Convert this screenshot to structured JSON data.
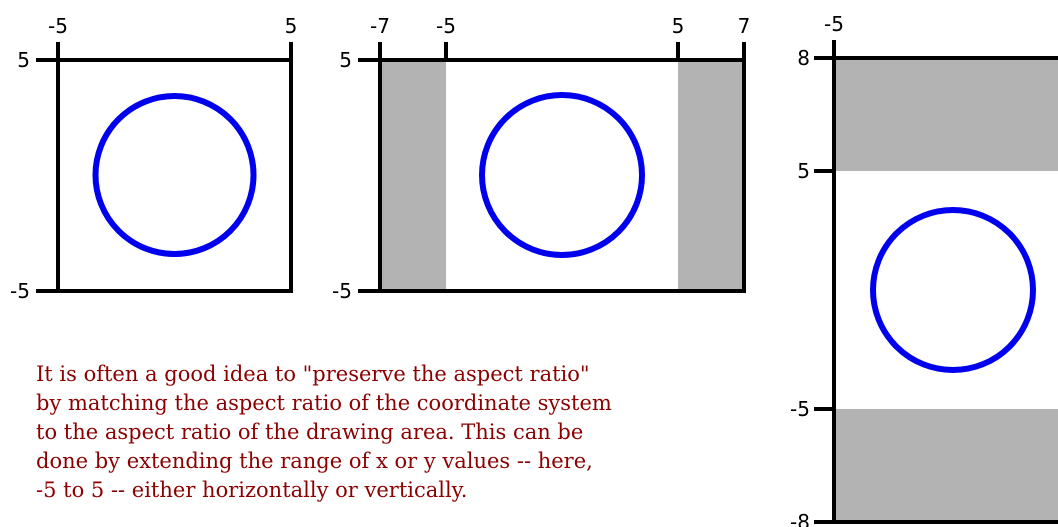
{
  "colors": {
    "frame": "#000000",
    "circle": "#0000ee",
    "shade": "#b3b3b3",
    "caption": "#8b0000",
    "background": "#ffffff"
  },
  "panels": [
    {
      "id": "square",
      "x_ticks": [
        "-5",
        "5"
      ],
      "y_ticks": [
        "5",
        "-5"
      ],
      "x_range": [
        -5,
        5
      ],
      "y_range": [
        -5,
        5
      ],
      "shaded": []
    },
    {
      "id": "wide",
      "x_ticks": [
        "-7",
        "-5",
        "5",
        "7"
      ],
      "y_ticks": [
        "5",
        "-5"
      ],
      "x_range": [
        -7,
        7
      ],
      "y_range": [
        -5,
        5
      ],
      "shaded": [
        "x:-7..-5",
        "x:5..7"
      ]
    },
    {
      "id": "tall",
      "x_ticks": [
        "-5"
      ],
      "y_ticks": [
        "8",
        "5",
        "-5",
        "-8"
      ],
      "x_range": [
        -5,
        5
      ],
      "y_range": [
        -8,
        8
      ],
      "shaded": [
        "y:5..8",
        "y:-8..-5"
      ]
    }
  ],
  "caption": {
    "lines": [
      "It is often a good idea to \"preserve the aspect ratio\"",
      "by matching the aspect ratio of the coordinate system",
      "to the aspect ratio of the drawing area.  This can be",
      "done by extending the range of x or y values -- here,",
      "-5 to 5 -- either horizontally or vertically."
    ]
  }
}
